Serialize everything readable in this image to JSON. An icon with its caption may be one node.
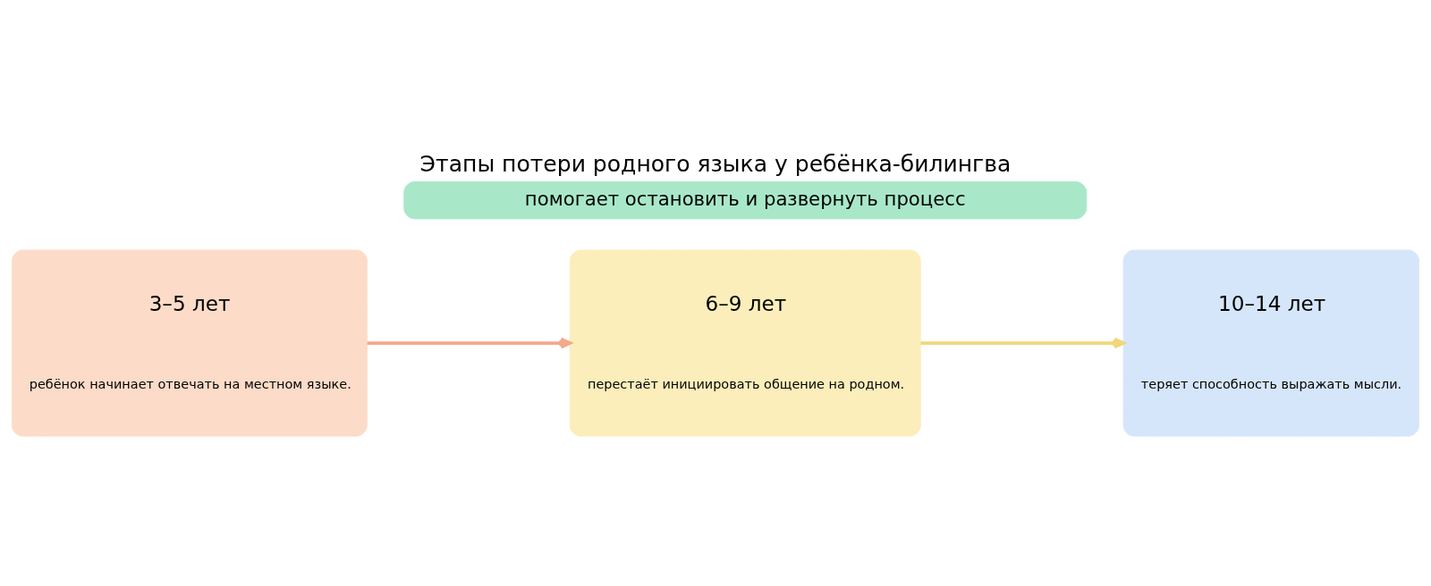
{
  "diagram": {
    "title": "Этапы потери родного языка у ребёнка-билингва",
    "nodes": [
      {
        "text": [
          "3–5 лет",
          "ребёнок начинает отвечать на местном языке."
        ]
      },
      {
        "text": [
          "6–9 лет",
          "перестаёт инициировать общение на родном."
        ]
      },
      {
        "text": [
          "10–14 лет",
          "теряет способность выражать мысли."
        ]
      },
      {
        "text": [
          "помогает остановить и развернуть процесс"
        ]
      }
    ],
    "edges": [
      {
        "from": 0,
        "to": 1,
        "arrow": "to",
        "color": "#f4a98a"
      },
      {
        "from": 1,
        "to": 2,
        "arrow": "to",
        "color": "#f0d77a"
      }
    ]
  }
}
